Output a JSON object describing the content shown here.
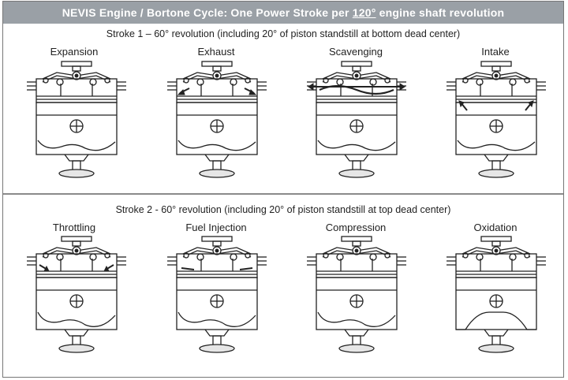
{
  "title": {
    "prefix": "NEVIS Engine / Bortone Cycle:  One Power Stroke per ",
    "degrees": "120°",
    "suffix": " engine shaft revolution"
  },
  "stroke1": {
    "label": "Stroke 1 – 60° revolution (including 20° of piston standstill at bottom dead center)",
    "phases": [
      "Expansion",
      "Exhaust",
      "Scavenging",
      "Intake"
    ]
  },
  "stroke2": {
    "label": "Stroke 2 - 60° revolution (including 20° of piston standstill at top dead center)",
    "phases": [
      "Throttling",
      "Fuel Injection",
      "Compression",
      "Oxidation"
    ]
  },
  "colors": {
    "title_bar": "#9aa0a6",
    "line": "#222222"
  }
}
